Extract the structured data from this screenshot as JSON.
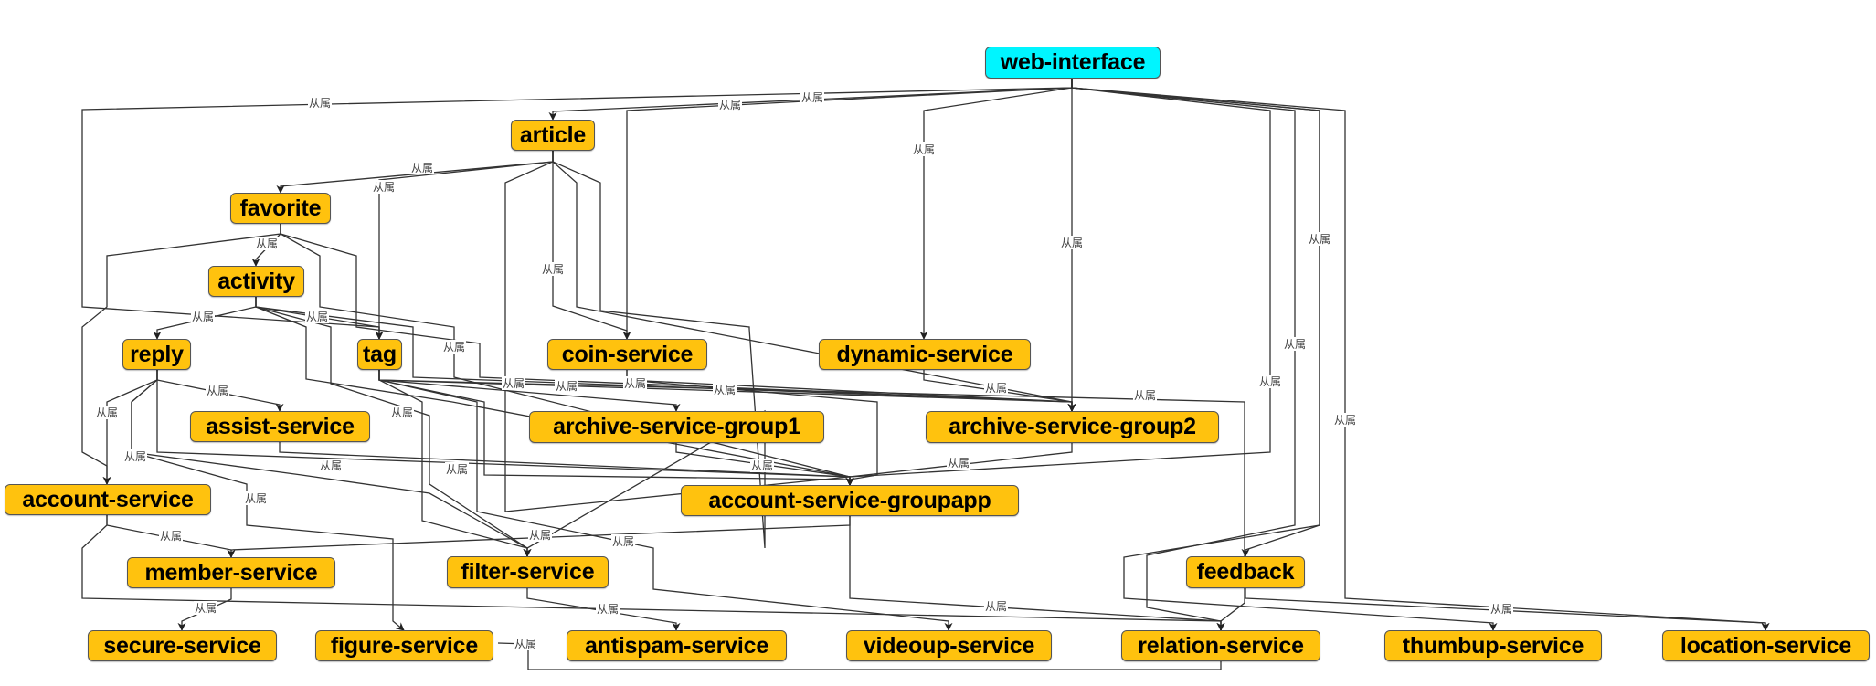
{
  "diagram": {
    "type": "dependency-graph",
    "edge_label": "从属",
    "colors": {
      "root_fill": "#00F5FF",
      "node_fill": "#FFC20E",
      "edge": "#333333"
    },
    "nodes": [
      {
        "id": "web-interface",
        "label": "web-interface",
        "root": true
      },
      {
        "id": "article",
        "label": "article"
      },
      {
        "id": "favorite",
        "label": "favorite"
      },
      {
        "id": "activity",
        "label": "activity"
      },
      {
        "id": "reply",
        "label": "reply"
      },
      {
        "id": "tag",
        "label": "tag"
      },
      {
        "id": "coin-service",
        "label": "coin-service"
      },
      {
        "id": "dynamic-service",
        "label": "dynamic-service"
      },
      {
        "id": "assist-service",
        "label": "assist-service"
      },
      {
        "id": "archive-service-group1",
        "label": "archive-service-group1"
      },
      {
        "id": "archive-service-group2",
        "label": "archive-service-group2"
      },
      {
        "id": "account-service",
        "label": "account-service"
      },
      {
        "id": "account-service-groupapp",
        "label": "account-service-groupapp"
      },
      {
        "id": "member-service",
        "label": "member-service"
      },
      {
        "id": "filter-service",
        "label": "filter-service"
      },
      {
        "id": "feedback",
        "label": "feedback"
      },
      {
        "id": "secure-service",
        "label": "secure-service"
      },
      {
        "id": "figure-service",
        "label": "figure-service"
      },
      {
        "id": "antispam-service",
        "label": "antispam-service"
      },
      {
        "id": "videoup-service",
        "label": "videoup-service"
      },
      {
        "id": "relation-service",
        "label": "relation-service"
      },
      {
        "id": "thumbup-service",
        "label": "thumbup-service"
      },
      {
        "id": "location-service",
        "label": "location-service"
      }
    ],
    "edges": [
      {
        "from": "web-interface",
        "to": "article",
        "label": "从属"
      },
      {
        "from": "web-interface",
        "to": "tag",
        "label": "从属"
      },
      {
        "from": "web-interface",
        "to": "coin-service",
        "label": "从属"
      },
      {
        "from": "web-interface",
        "to": "dynamic-service",
        "label": "从属"
      },
      {
        "from": "web-interface",
        "to": "archive-service-group2",
        "label": "从属"
      },
      {
        "from": "web-interface",
        "to": "account-service-groupapp",
        "label": "从属"
      },
      {
        "from": "web-interface",
        "to": "relation-service",
        "label": "从属"
      },
      {
        "from": "web-interface",
        "to": "feedback",
        "label": "从属"
      },
      {
        "from": "web-interface",
        "to": "location-service",
        "label": "从属"
      },
      {
        "from": "article",
        "to": "favorite",
        "label": "从属"
      },
      {
        "from": "article",
        "to": "tag",
        "label": "从属"
      },
      {
        "from": "article",
        "to": "coin-service",
        "label": "从属"
      },
      {
        "from": "article",
        "to": "archive-service-group2",
        "label": "从属"
      },
      {
        "from": "article",
        "to": "account-service-groupapp",
        "label": "从属"
      },
      {
        "from": "article",
        "to": "filter-service",
        "label": "从属"
      },
      {
        "from": "favorite",
        "to": "activity",
        "label": "从属"
      },
      {
        "from": "favorite",
        "to": "account-service",
        "label": "从属"
      },
      {
        "from": "favorite",
        "to": "archive-service-group2",
        "label": "从属"
      },
      {
        "from": "favorite",
        "to": "account-service-groupapp",
        "label": "从属"
      },
      {
        "from": "activity",
        "to": "reply",
        "label": "从属"
      },
      {
        "from": "activity",
        "to": "tag",
        "label": "从属"
      },
      {
        "from": "activity",
        "to": "archive-service-group2",
        "label": "从属"
      },
      {
        "from": "activity",
        "to": "account-service-groupapp",
        "label": "从属"
      },
      {
        "from": "activity",
        "to": "filter-service",
        "label": "从属"
      },
      {
        "from": "reply",
        "to": "assist-service",
        "label": "从属"
      },
      {
        "from": "reply",
        "to": "account-service",
        "label": "从属"
      },
      {
        "from": "reply",
        "to": "account-service-groupapp",
        "label": "从属"
      },
      {
        "from": "reply",
        "to": "figure-service",
        "label": "从属"
      },
      {
        "from": "reply",
        "to": "filter-service",
        "label": "从属"
      },
      {
        "from": "tag",
        "to": "archive-service-group1",
        "label": "从属"
      },
      {
        "from": "tag",
        "to": "archive-service-group2",
        "label": "从属"
      },
      {
        "from": "tag",
        "to": "account-service-groupapp",
        "label": "从属"
      },
      {
        "from": "tag",
        "to": "filter-service",
        "label": "从属"
      },
      {
        "from": "tag",
        "to": "relation-service",
        "label": "从属"
      },
      {
        "from": "tag",
        "to": "videoup-service",
        "label": "从属"
      },
      {
        "from": "coin-service",
        "to": "account-service-groupapp",
        "label": "从属"
      },
      {
        "from": "coin-service",
        "to": "archive-service-group2",
        "label": "从属"
      },
      {
        "from": "dynamic-service",
        "to": "archive-service-group2",
        "label": "从属"
      },
      {
        "from": "assist-service",
        "to": "account-service-groupapp",
        "label": "从属"
      },
      {
        "from": "archive-service-group1",
        "to": "account-service-groupapp",
        "label": "从属"
      },
      {
        "from": "archive-service-group2",
        "to": "account-service-groupapp",
        "label": "从属"
      },
      {
        "from": "account-service",
        "to": "member-service",
        "label": "从属"
      },
      {
        "from": "account-service",
        "to": "relation-service",
        "label": "从属"
      },
      {
        "from": "account-service-groupapp",
        "to": "member-service",
        "label": "从属"
      },
      {
        "from": "account-service-groupapp",
        "to": "relation-service",
        "label": "从属"
      },
      {
        "from": "member-service",
        "to": "secure-service",
        "label": "从属"
      },
      {
        "from": "filter-service",
        "to": "antispam-service",
        "label": "从属"
      },
      {
        "from": "feedback",
        "to": "location-service",
        "label": "从属"
      },
      {
        "from": "web-interface",
        "to": "thumbup-service",
        "label": "从属"
      },
      {
        "from": "relation-service",
        "to": "figure-service",
        "label": "从属"
      }
    ]
  }
}
